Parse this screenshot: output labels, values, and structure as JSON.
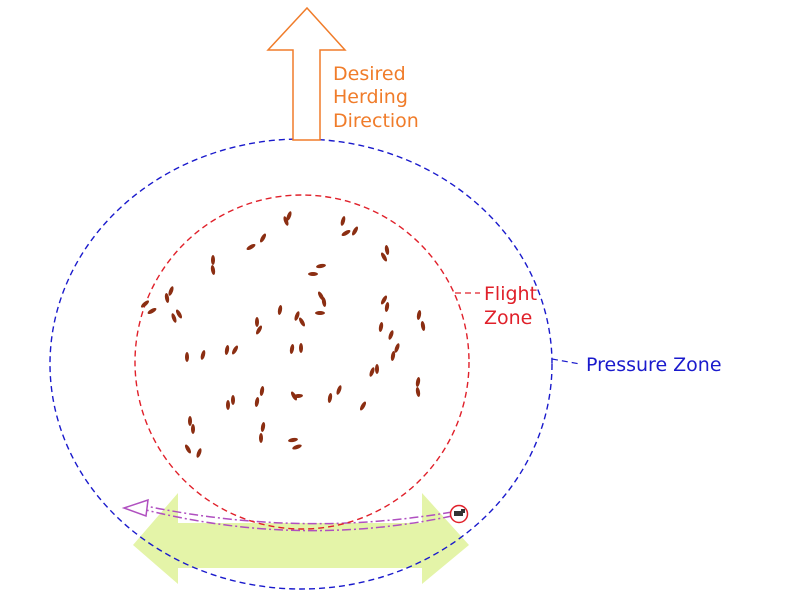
{
  "colors": {
    "herding": "#f07c2a",
    "flight": "#e0202a",
    "pressure": "#1a1acc",
    "path": "#b050c0",
    "sweep": "#e4f4a8",
    "animal": "#8b2e12"
  },
  "labels": {
    "herding_line1": "Desired",
    "herding_line2": "Herding",
    "herding_line3": "Direction",
    "flight_line1": "Flight",
    "flight_line2": "Zone",
    "pressure": "Pressure Zone"
  },
  "icons": {
    "herding_arrow": "up-arrow-icon",
    "handler": "handler-icon",
    "animal": "cow-icon"
  },
  "animals": [
    [
      289,
      216,
      -70
    ],
    [
      286,
      221,
      -110
    ],
    [
      343,
      221,
      -75
    ],
    [
      355,
      231,
      -60
    ],
    [
      263,
      238,
      -60
    ],
    [
      251,
      247,
      -30
    ],
    [
      387,
      250,
      -100
    ],
    [
      384,
      257,
      -120
    ],
    [
      213,
      260,
      -90
    ],
    [
      213,
      270,
      -100
    ],
    [
      321,
      266,
      -10
    ],
    [
      313,
      274,
      0
    ],
    [
      171,
      291,
      -70
    ],
    [
      167,
      298,
      -100
    ],
    [
      145,
      304,
      -40
    ],
    [
      152,
      311,
      -30
    ],
    [
      179,
      314,
      60
    ],
    [
      174,
      318,
      -110
    ],
    [
      321,
      296,
      -120
    ],
    [
      324,
      302,
      -100
    ],
    [
      384,
      300,
      -60
    ],
    [
      387,
      307,
      -80
    ],
    [
      419,
      315,
      -80
    ],
    [
      423,
      326,
      -100
    ],
    [
      297,
      316,
      -70
    ],
    [
      302,
      322,
      -120
    ],
    [
      257,
      322,
      -90
    ],
    [
      259,
      330,
      -60
    ],
    [
      320,
      313,
      0
    ],
    [
      381,
      327,
      -80
    ],
    [
      391,
      335,
      -70
    ],
    [
      227,
      350,
      -80
    ],
    [
      235,
      350,
      -60
    ],
    [
      187,
      357,
      -90
    ],
    [
      203,
      355,
      -75
    ],
    [
      292,
      349,
      -80
    ],
    [
      301,
      348,
      -90
    ],
    [
      397,
      348,
      -70
    ],
    [
      393,
      356,
      -80
    ],
    [
      294,
      396,
      -120
    ],
    [
      372,
      372,
      -70
    ],
    [
      377,
      369,
      -90
    ],
    [
      262,
      391,
      -80
    ],
    [
      257,
      402,
      -80
    ],
    [
      233,
      400,
      -90
    ],
    [
      228,
      405,
      -90
    ],
    [
      298,
      396,
      -5
    ],
    [
      330,
      398,
      -80
    ],
    [
      339,
      390,
      -70
    ],
    [
      363,
      406,
      -60
    ],
    [
      418,
      382,
      -80
    ],
    [
      418,
      392,
      -100
    ],
    [
      263,
      427,
      -80
    ],
    [
      261,
      438,
      -90
    ],
    [
      190,
      421,
      -90
    ],
    [
      193,
      429,
      -90
    ],
    [
      188,
      449,
      -120
    ],
    [
      199,
      453,
      -70
    ],
    [
      293,
      440,
      -10
    ],
    [
      297,
      447,
      -20
    ],
    [
      280,
      310,
      -80
    ],
    [
      346,
      233,
      -30
    ]
  ]
}
